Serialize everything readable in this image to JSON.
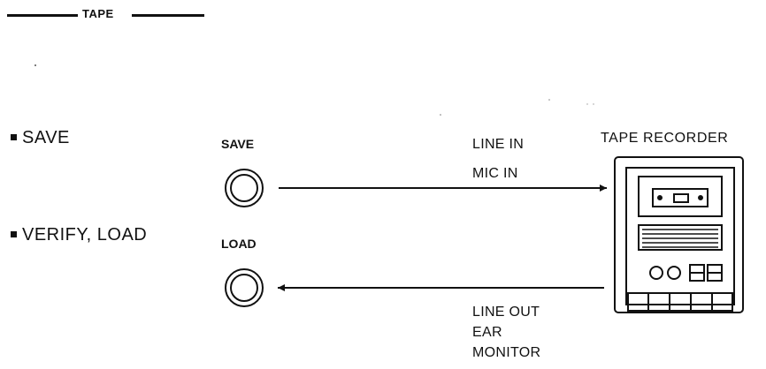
{
  "header": {
    "title": "TAPE"
  },
  "modes": {
    "save": "SAVE",
    "verify_load": "VERIFY, LOAD"
  },
  "jacks": {
    "save": "SAVE",
    "load": "LOAD"
  },
  "signals": {
    "out_line1": "LINE IN",
    "out_line2": "MIC IN",
    "in_line1": "LINE OUT",
    "in_line2": "EAR",
    "in_line3": "MONITOR"
  },
  "recorder": {
    "title": "TAPE RECORDER"
  }
}
